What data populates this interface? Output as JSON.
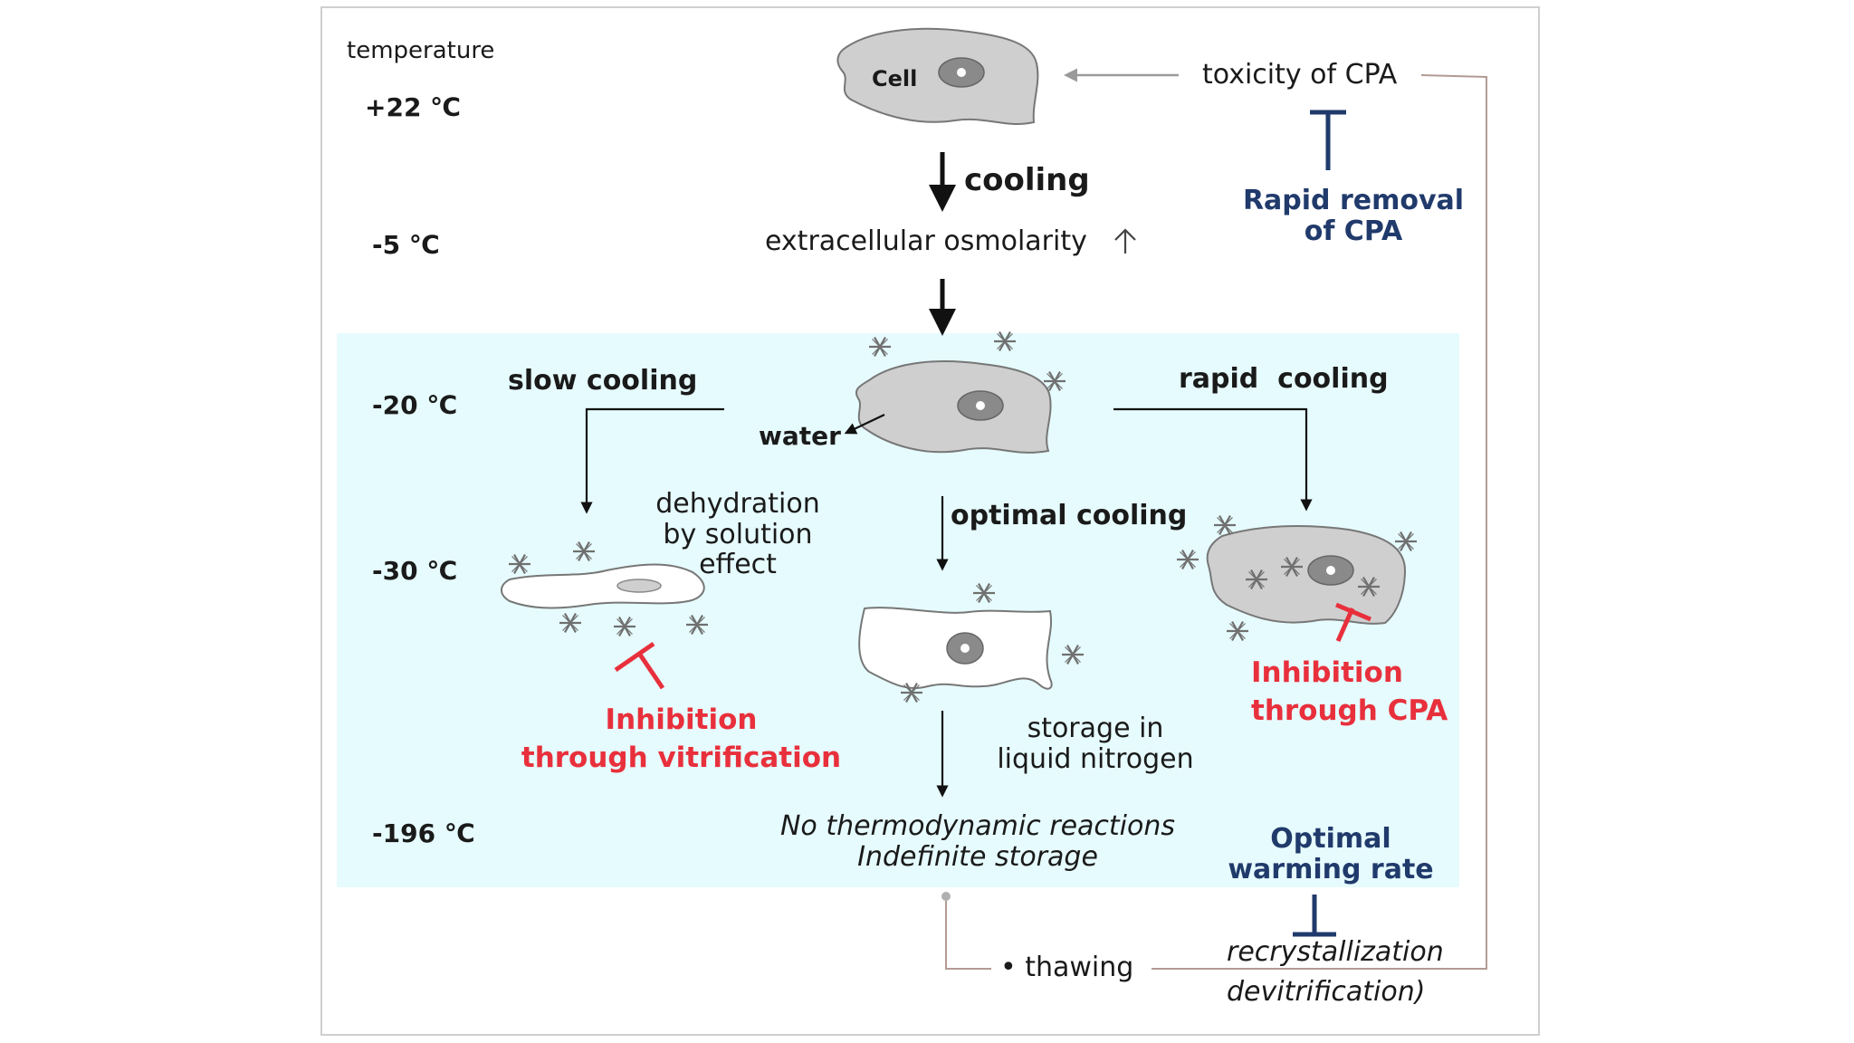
{
  "temperature_axis": {
    "title": "temperature",
    "ticks": [
      "+22 ℃",
      "-5 ℃",
      "-20 ℃",
      "-30 ℃",
      "-196 ℃"
    ]
  },
  "labels": {
    "cell": "Cell",
    "toxicity": "toxicity of CPA",
    "rapid_removal": [
      "Rapid removal",
      "of CPA"
    ],
    "cooling": "cooling",
    "osmolarity": "extracellular osmolarity",
    "slow_cooling": "slow cooling",
    "rapid_cooling": "rapid  cooling",
    "water": "water",
    "dehydration": [
      "dehydration",
      "by solution",
      "effect"
    ],
    "optimal_cooling": "optimal cooling",
    "inhibition_vitrification": [
      "Inhibition",
      "through vitrification"
    ],
    "inhibition_cpa": [
      "Inhibition",
      "through CPA"
    ],
    "storage": [
      "storage in",
      "liquid nitrogen"
    ],
    "no_reactions": [
      "No thermodynamic reactions",
      "Indefinite storage"
    ],
    "optimal_warming": [
      "Optimal",
      "warming rate"
    ],
    "thawing": "• thawing",
    "recrystallization": [
      "recrystallization",
      "devitrification)"
    ]
  },
  "colors": {
    "frozen_zone": "#e6fbfd",
    "navy": "#203a6b",
    "red": "#e8303c",
    "cell_gray": "#cfcfcf",
    "connector": "#b39b94"
  }
}
